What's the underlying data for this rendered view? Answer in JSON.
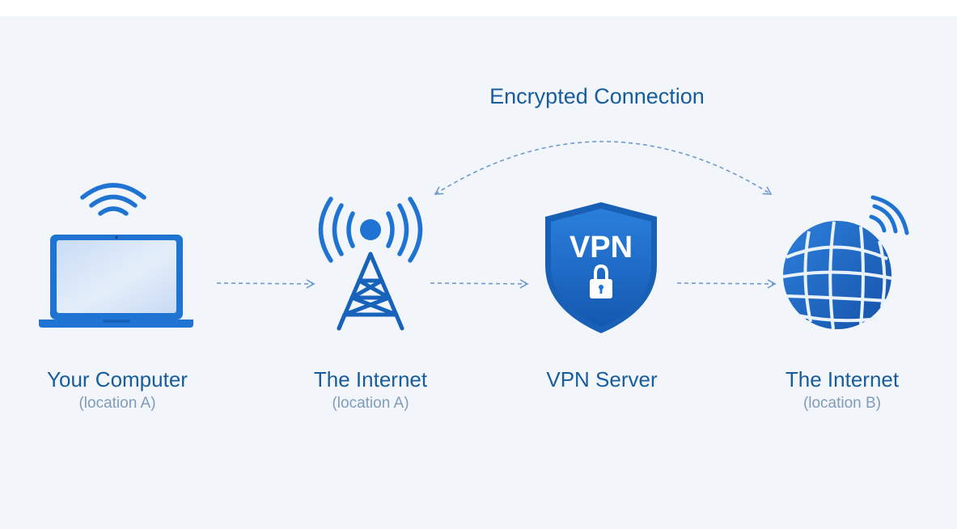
{
  "title": "Encrypted Connection",
  "colors": {
    "background": "#f2f5f9",
    "primary": "#175d9e",
    "accent": "#1f73d2",
    "muted": "#7f9cbb",
    "arrow": "#6d9ad0"
  },
  "nodes": [
    {
      "id": "computer",
      "icon": "laptop-icon",
      "label": "Your Computer",
      "sublabel": "(location A)"
    },
    {
      "id": "internet-a",
      "icon": "radio-tower-icon",
      "label": "The Internet",
      "sublabel": "(location A)"
    },
    {
      "id": "vpn-server",
      "icon": "vpn-shield-icon",
      "label": "VPN Server",
      "badge": "VPN"
    },
    {
      "id": "internet-b",
      "icon": "globe-icon",
      "label": "The Internet",
      "sublabel": "(location B)"
    }
  ],
  "connections": [
    {
      "from": "computer",
      "to": "internet-a",
      "style": "dashed-arrow"
    },
    {
      "from": "internet-a",
      "to": "vpn-server",
      "style": "dashed-arrow"
    },
    {
      "from": "vpn-server",
      "to": "internet-b",
      "style": "dashed-arrow"
    },
    {
      "from": "internet-a",
      "to": "internet-b",
      "style": "dashed-curved-bidirectional"
    }
  ]
}
